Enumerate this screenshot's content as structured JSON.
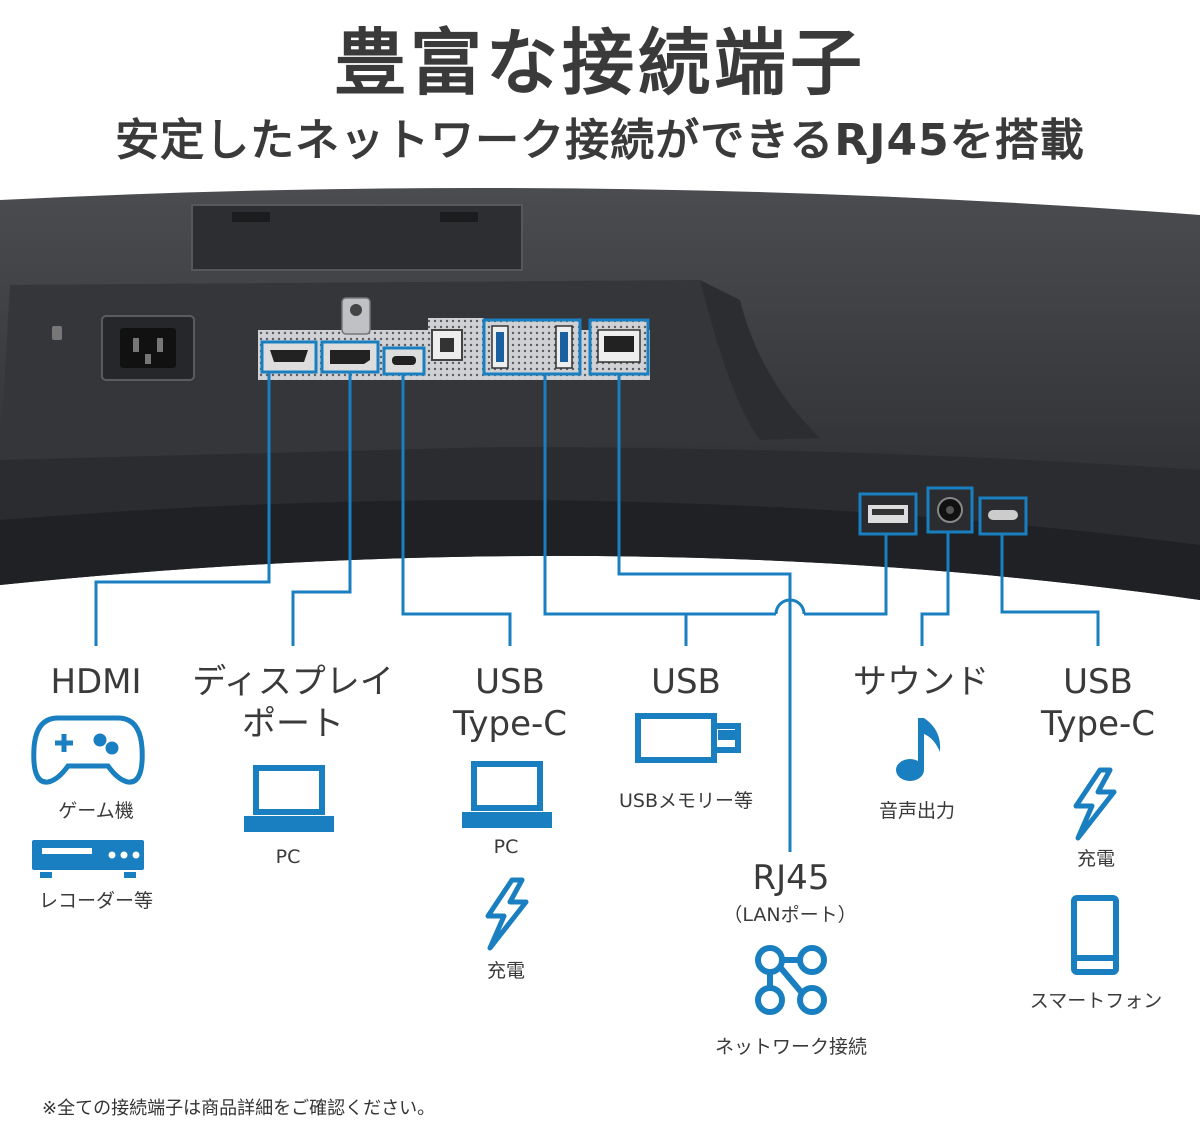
{
  "header": {
    "title": "豊富な接続端子",
    "subtitle": "安定したネットワーク接続ができるRJ45を搭載"
  },
  "ports": {
    "hdmi": {
      "label": "HDMI",
      "uses": [
        "ゲーム機",
        "レコーダー等"
      ],
      "icons": [
        "gamepad-icon",
        "recorder-icon"
      ]
    },
    "displayport": {
      "label_line1": "ディスプレイ",
      "label_line2": "ポート",
      "uses": [
        "PC"
      ],
      "icons": [
        "laptop-icon"
      ]
    },
    "usbc_rear": {
      "label_line1": "USB",
      "label_line2": "Type-C",
      "uses": [
        "PC",
        "充電"
      ],
      "icons": [
        "laptop-icon",
        "lightning-icon"
      ]
    },
    "usb": {
      "label": "USB",
      "uses": [
        "USBメモリー等"
      ],
      "icons": [
        "usb-stick-icon"
      ]
    },
    "rj45": {
      "label": "RJ45",
      "sublabel": "（LANポート）",
      "uses": [
        "ネットワーク接続"
      ],
      "icons": [
        "network-icon"
      ]
    },
    "sound": {
      "label": "サウンド",
      "uses": [
        "音声出力"
      ],
      "icons": [
        "music-note-icon"
      ]
    },
    "usbc_side": {
      "label_line1": "USB",
      "label_line2": "Type-C",
      "uses": [
        "充電",
        "スマートフォン"
      ],
      "icons": [
        "lightning-icon",
        "smartphone-icon"
      ]
    }
  },
  "footer": {
    "note": "※全ての接続端子は商品詳細をご確認ください。"
  },
  "colors": {
    "accent": "#1a7fc0",
    "monitor": "#3c3e42",
    "text": "#3a3a3a"
  }
}
